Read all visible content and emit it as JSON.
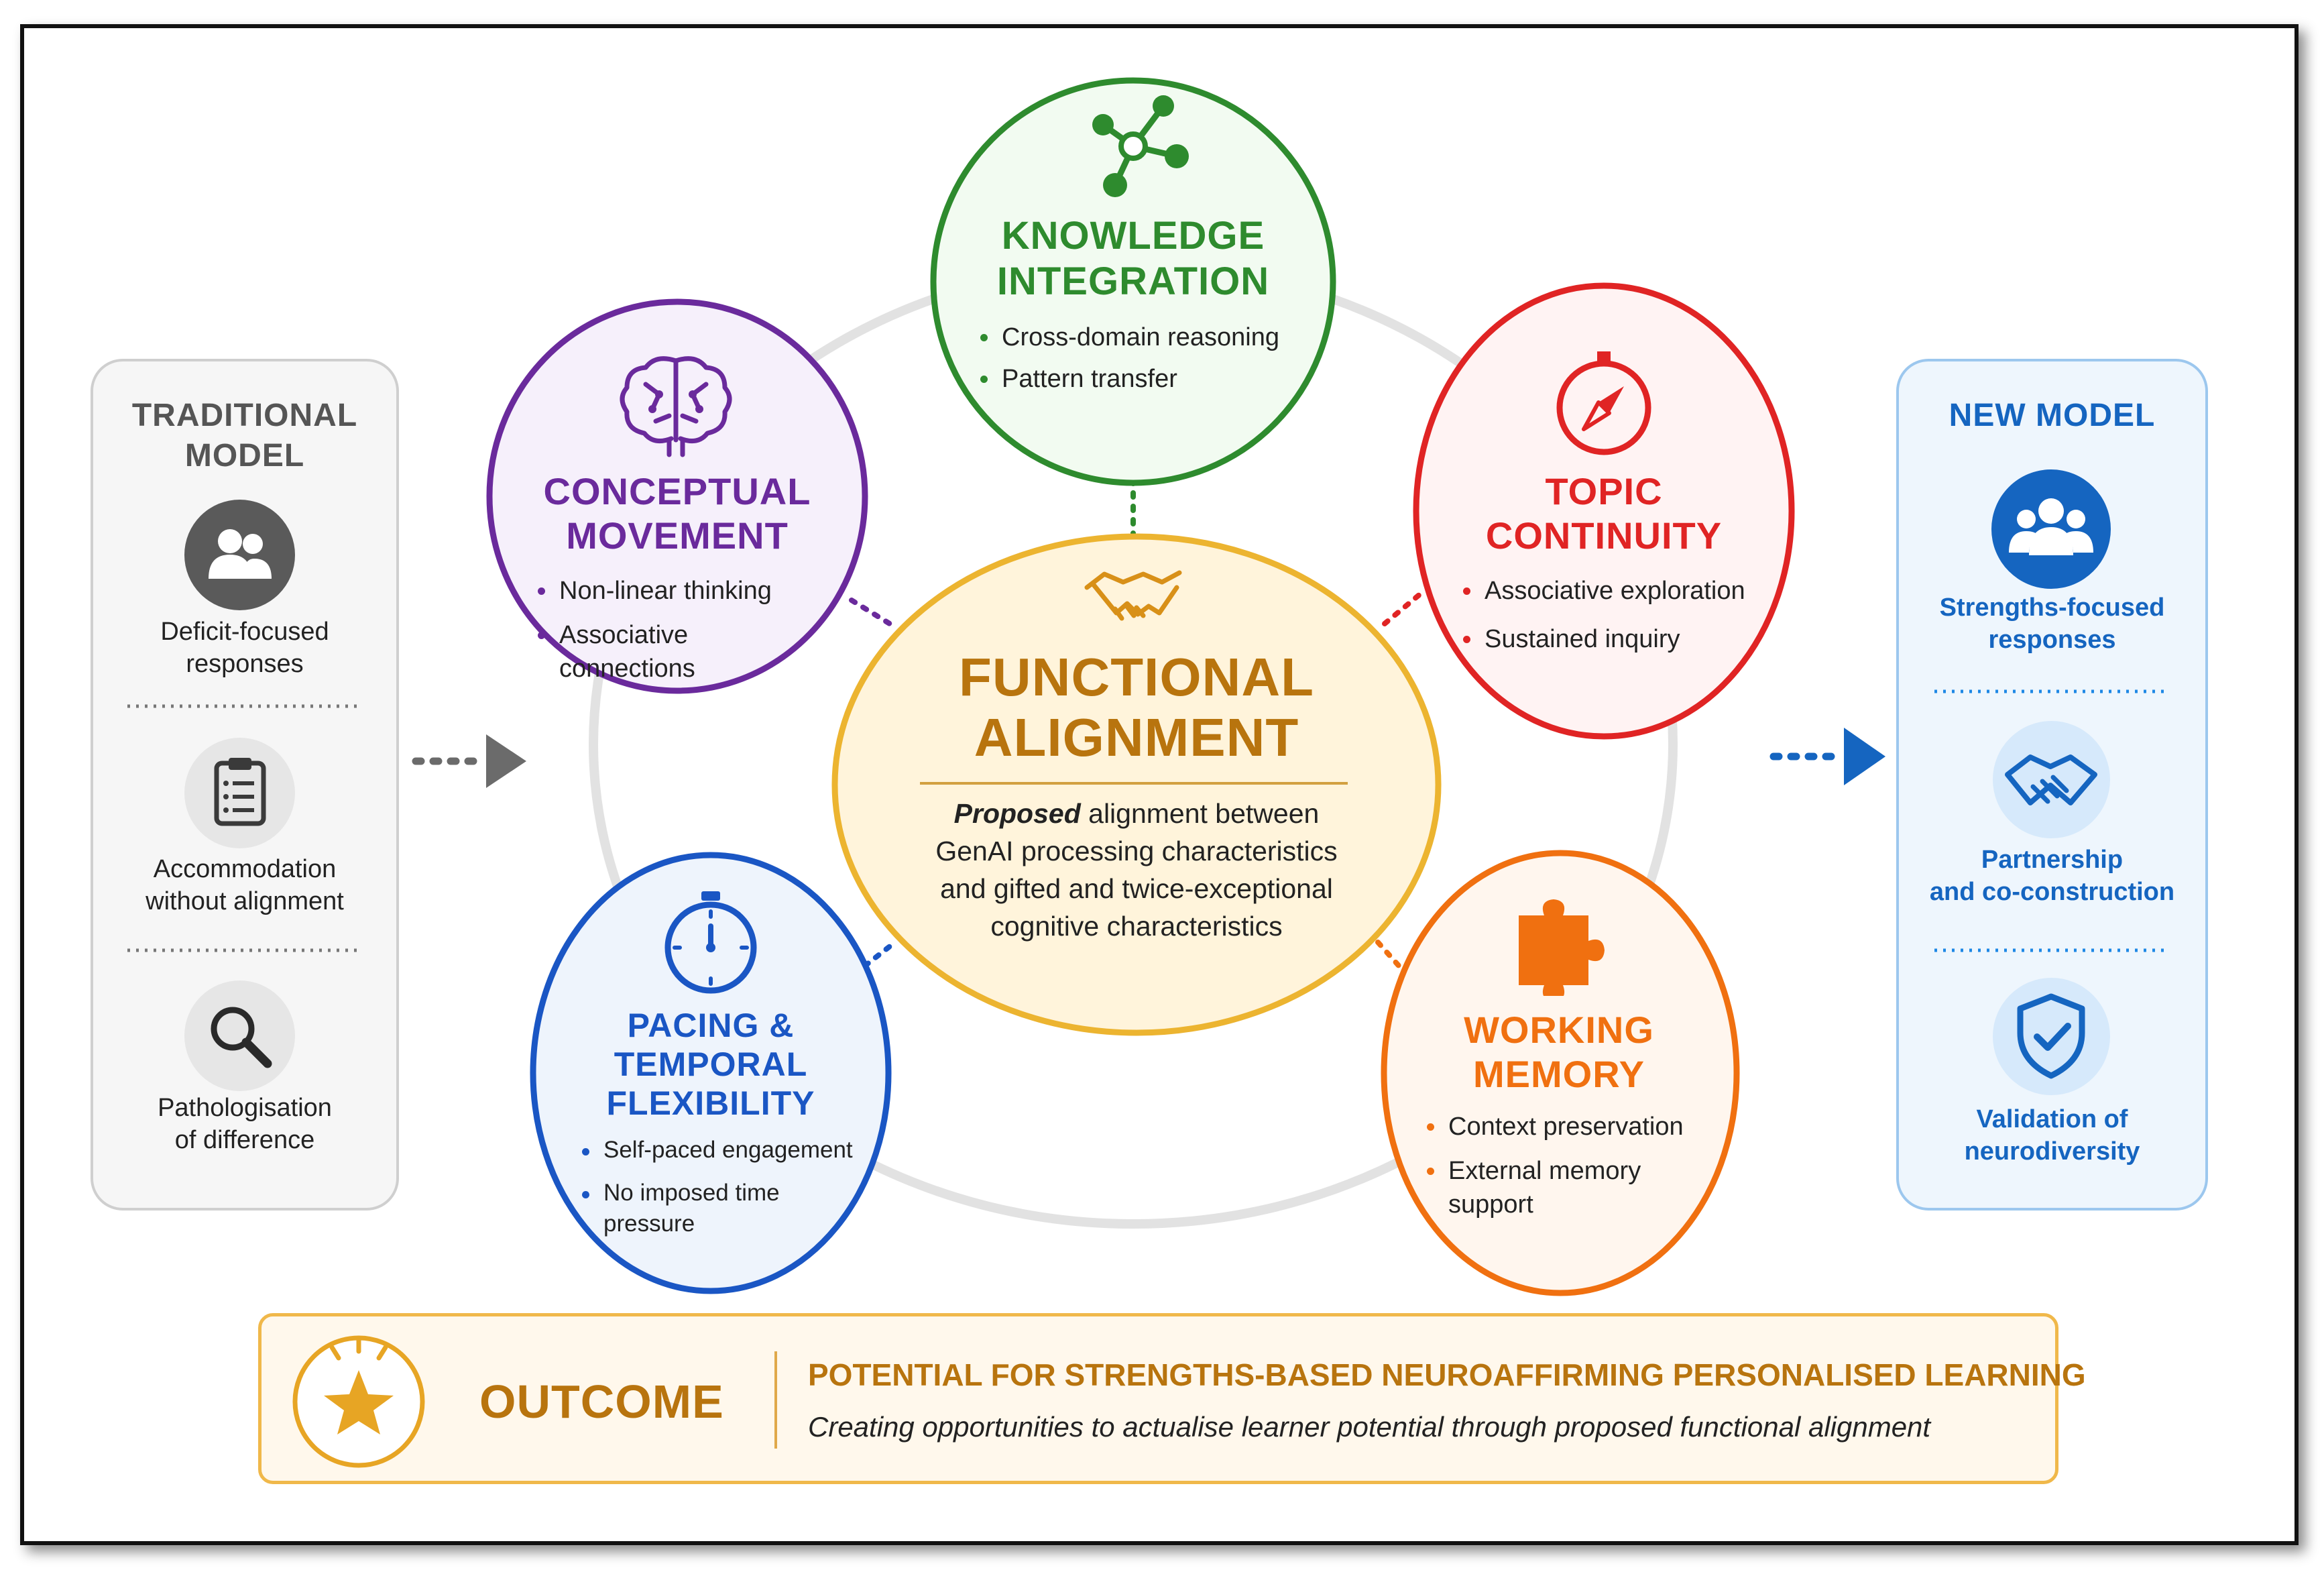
{
  "traditional": {
    "title_line1": "TRADITIONAL",
    "title_line2": "MODEL",
    "items": [
      {
        "icon": "users-icon",
        "line1": "Deficit-focused",
        "line2": "responses"
      },
      {
        "icon": "clipboard-icon",
        "line1": "Accommodation",
        "line2": "without alignment"
      },
      {
        "icon": "magnifier-icon",
        "line1": "Pathologisation",
        "line2": "of difference"
      }
    ]
  },
  "new_model": {
    "title": "NEW MODEL",
    "items": [
      {
        "icon": "users-icon",
        "line1": "Strengths-focused",
        "line2": "responses"
      },
      {
        "icon": "handshake-icon",
        "line1": "Partnership",
        "line2": "and co-construction"
      },
      {
        "icon": "shield-check-icon",
        "line1": "Validation of",
        "line2": "neurodiversity"
      }
    ]
  },
  "center": {
    "icon": "handshake-icon",
    "title_line1": "FUNCTIONAL",
    "title_line2": "ALIGNMENT",
    "desc_emph": "Proposed",
    "desc_line1_rest": " alignment between",
    "desc_line2": "GenAI processing characteristics",
    "desc_line3": "and gifted and twice-exceptional",
    "desc_line4": "cognitive characteristics"
  },
  "nodes": {
    "knowledge": {
      "icon": "network-icon",
      "title_line1": "KNOWLEDGE",
      "title_line2": "INTEGRATION",
      "bullets": [
        "Cross-domain reasoning",
        "Pattern transfer"
      ],
      "color": "#2e8b2e"
    },
    "conceptual": {
      "icon": "brain-icon",
      "title_line1": "CONCEPTUAL",
      "title_line2": "MOVEMENT",
      "bullet1": "Non-linear thinking",
      "bullet2_line1": "Associative",
      "bullet2_line2": "connections",
      "color": "#6a2a9c"
    },
    "topic": {
      "icon": "compass-icon",
      "title_line1": "TOPIC",
      "title_line2": "CONTINUITY",
      "bullets": [
        "Associative exploration",
        "Sustained inquiry"
      ],
      "color": "#e02424"
    },
    "pacing": {
      "icon": "stopwatch-icon",
      "title_line1": "PACING &",
      "title_line2": "TEMPORAL",
      "title_line3": "FLEXIBILITY",
      "bullet1": "Self-paced engagement",
      "bullet2_line1": "No imposed time",
      "bullet2_line2": "pressure",
      "color": "#1a56c4"
    },
    "working": {
      "icon": "puzzle-icon",
      "title_line1": "WORKING",
      "title_line2": "MEMORY",
      "bullet1": "Context preservation",
      "bullet2_line1": "External memory",
      "bullet2_line2": "support",
      "color": "#f07010"
    }
  },
  "outcome": {
    "icon": "star-icon",
    "label": "OUTCOME",
    "headline": "POTENTIAL FOR STRENGTHS-BASED NEUROAFFIRMING PERSONALISED LEARNING",
    "subline": "Creating opportunities to actualise learner potential through proposed functional alignment"
  },
  "colors": {
    "gold": "#c98a12",
    "gold_text": "#b8740e",
    "blue": "#1565c0",
    "grey": "#555555"
  }
}
